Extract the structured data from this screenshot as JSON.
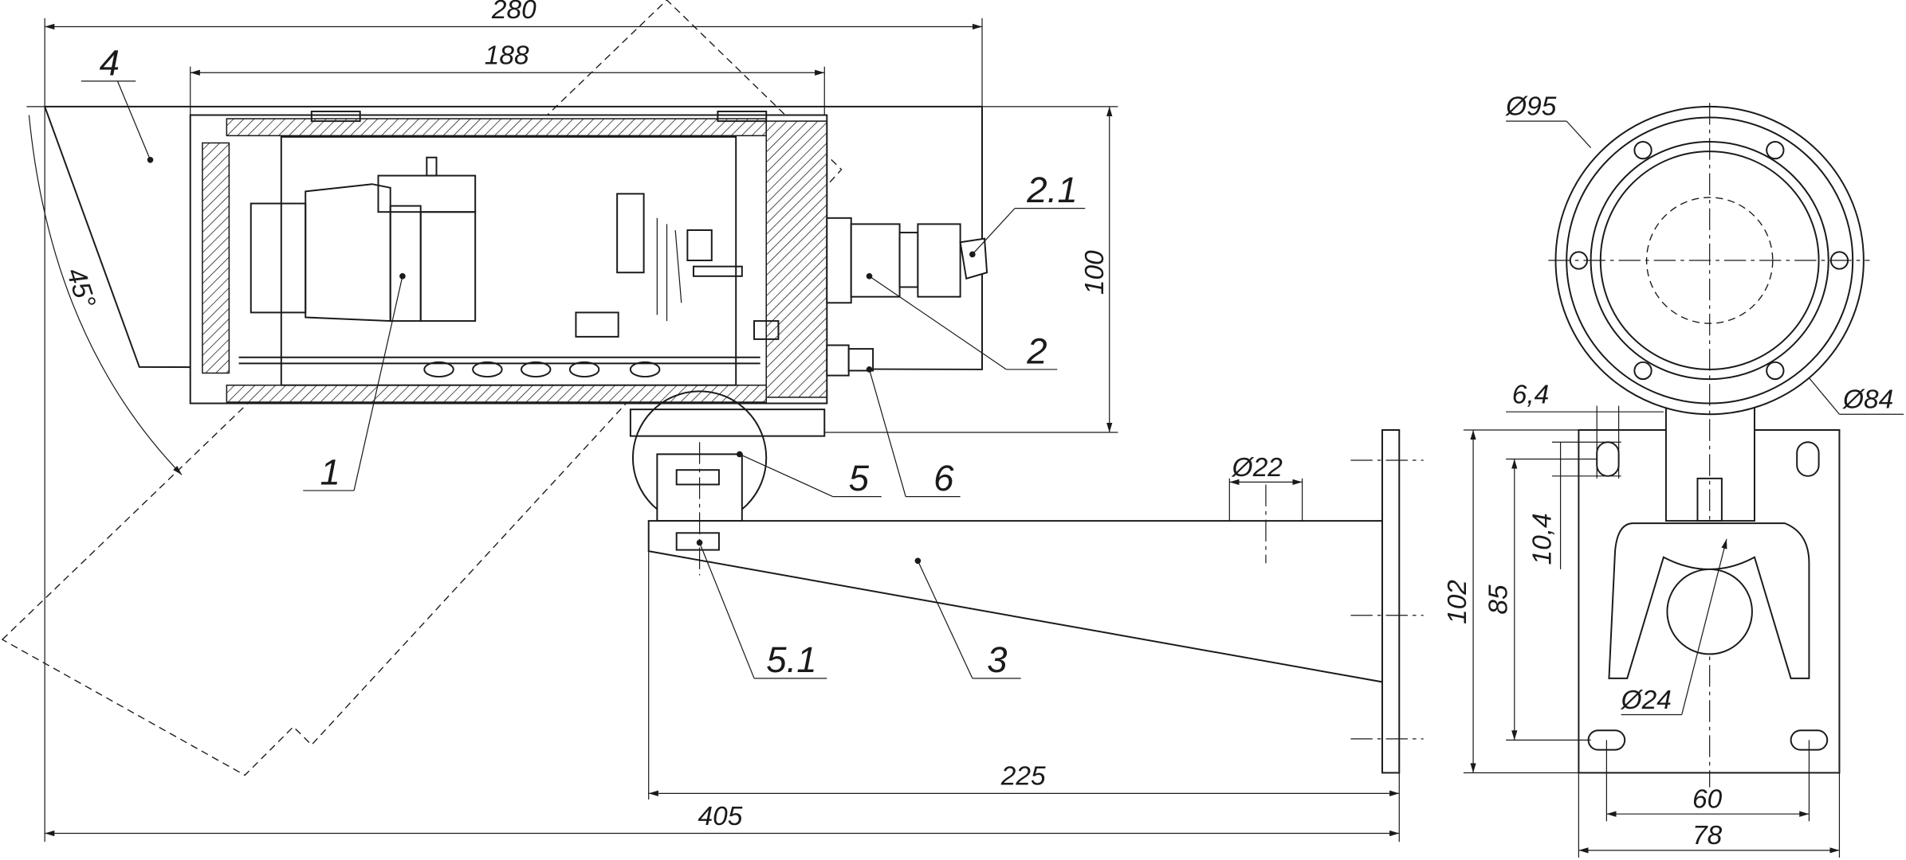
{
  "drawing": {
    "dimensions": {
      "overall_shade_length": "280",
      "housing_length": "188",
      "height": "100",
      "bracket_length": "225",
      "total_length": "405",
      "mount_hole": "Ø22",
      "tilt_angle": "45°",
      "housing_diameter": "Ø95",
      "flange_diameter": "Ø84",
      "slot_width": "6,4",
      "slot_length": "10,4",
      "plate_height": "102",
      "hole_spacing_vertical": "85",
      "cable_hole": "Ø24",
      "hole_spacing_horizontal": "60",
      "plate_width": "78"
    },
    "callouts": [
      "4",
      "2.1",
      "2",
      "1",
      "5",
      "6",
      "5.1",
      "3"
    ]
  }
}
